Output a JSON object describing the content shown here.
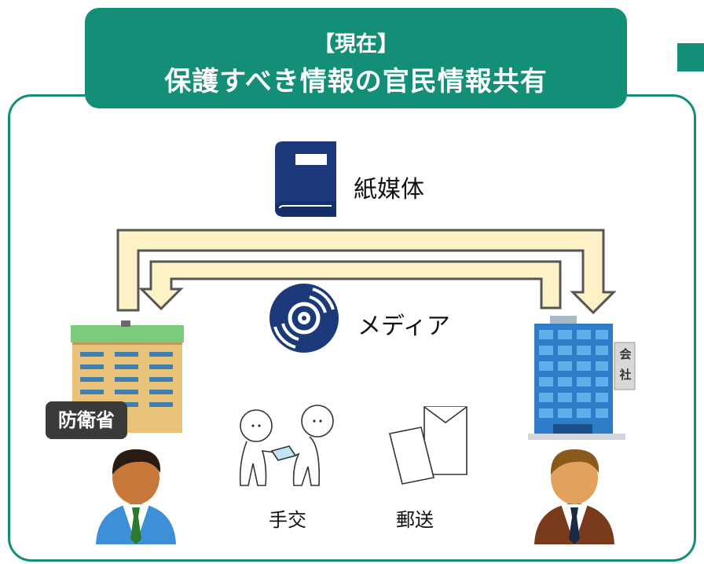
{
  "title": {
    "line1": "【現在】",
    "line2": "保護すべき情報の官民情報共有"
  },
  "channels": {
    "paper": "紙媒体",
    "media": "メディア",
    "hand": "手交",
    "mail": "郵送"
  },
  "actors": {
    "left_sign": "防衛省",
    "right_sign_1": "会",
    "right_sign_2": "社"
  },
  "colors": {
    "accent": "#148f77",
    "arrow_fill": "#fdf2c6",
    "arrow_stroke": "#555555",
    "icon_navy": "#1c3a7a"
  },
  "icons": [
    "book-icon",
    "disc-icon",
    "handover-icon",
    "envelope-icon",
    "ministry-building-icon",
    "company-building-icon",
    "person-icon"
  ]
}
